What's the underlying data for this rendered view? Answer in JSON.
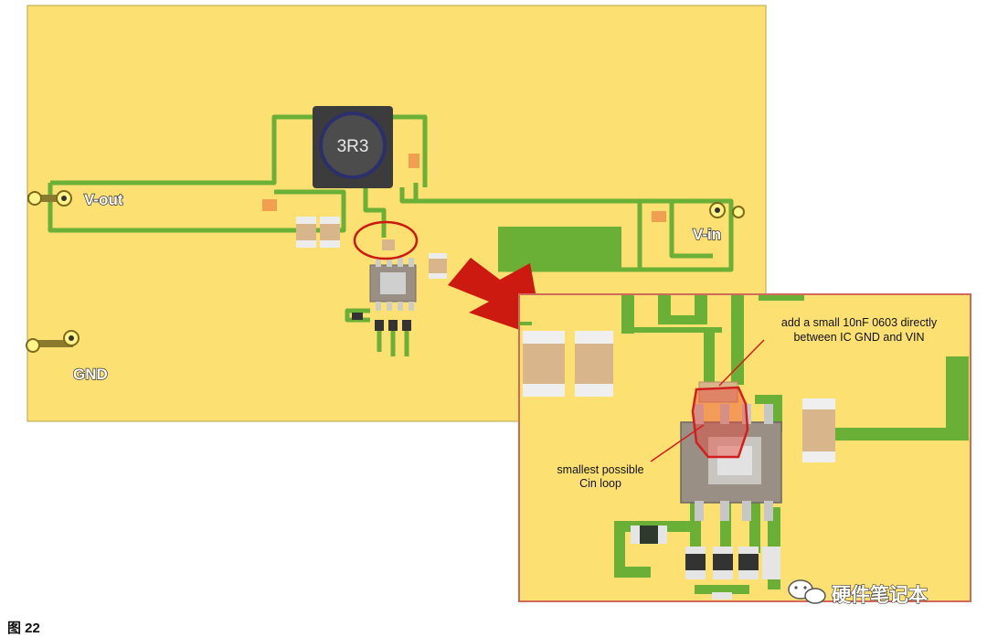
{
  "board": {
    "inductor_marking": "3R3",
    "vout_label": "V-out",
    "vin_label": "V-in",
    "gnd_label": "GND"
  },
  "zoom": {
    "note_top_line1": "add a small 10nF 0603 directly",
    "note_top_line2": "between IC GND and VIN",
    "note_left_line1": "smallest possible",
    "note_left_line2": "Cin loop"
  },
  "watermark": {
    "text": "硬件笔记本"
  },
  "caption": {
    "text": "图 22"
  },
  "colors": {
    "board": "#fce172",
    "trace": "#6aaf36",
    "arrow": "#cc1a10",
    "highlight": "#e03030"
  }
}
